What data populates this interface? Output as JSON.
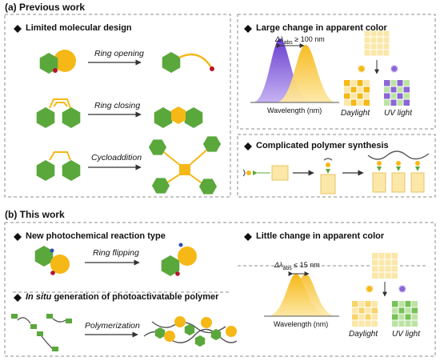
{
  "section_a": "(a) Previous work",
  "section_b": "(b) This work",
  "prev": {
    "limited_design": "Limited molecular design",
    "ring_opening": "Ring opening",
    "ring_closing": "Ring closing",
    "cycloaddition": "Cycloaddition",
    "large_change": "Large change in apparent color",
    "delta_large": "≥ 100 nm",
    "wavelength": "Wavelength (nm)",
    "daylight": "Daylight",
    "uv_light": "UV light",
    "complicated": "Complicated polymer synthesis"
  },
  "this": {
    "new_type": "New photochemical reaction type",
    "ring_flipping": "Ring flipping",
    "in_situ_italic": "In situ",
    "in_situ_rest": " generation of photoactivatable polymer",
    "polymerization": "Polymerization",
    "little_change": "Little change in apparent color",
    "delta_small": "≤ 15 nm",
    "wavelength": "Wavelength (nm)",
    "daylight": "Daylight",
    "uv_light": "UV light"
  },
  "delta_symbol": "Δλ",
  "delta_sub": "abs",
  "colors": {
    "green": "#5aa83c",
    "orange": "#f6b817",
    "purple": "#8b66d6",
    "cream": "#fbe7a8",
    "light_green": "#bde3a4",
    "dash": "#8c8c8c"
  }
}
